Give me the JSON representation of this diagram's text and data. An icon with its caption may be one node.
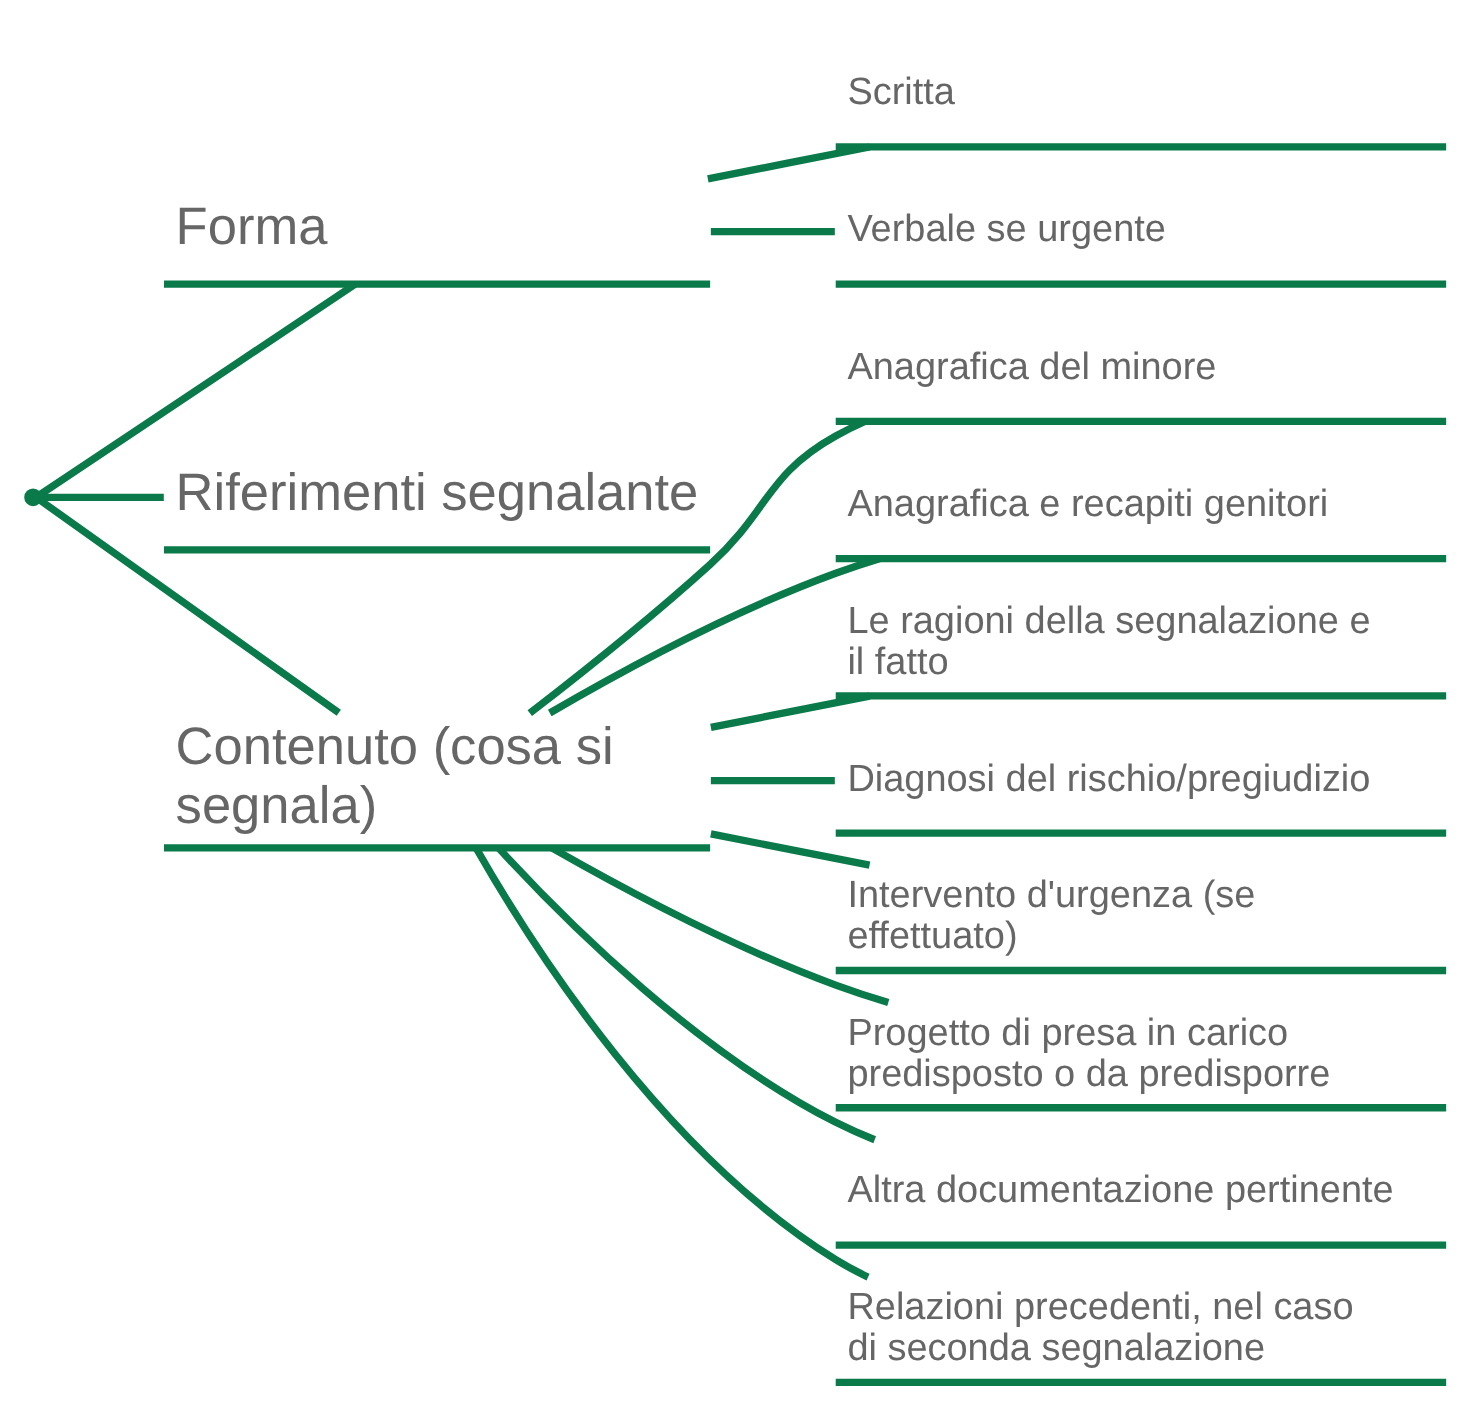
{
  "diagram": {
    "nodes": [
      {
        "text": [],
        "shape": "point"
      },
      {
        "text": [
          "Forma"
        ]
      },
      {
        "text": [
          "Riferimenti segnalante"
        ]
      },
      {
        "text": [
          "Contenuto (cosa si segnala)"
        ]
      },
      {
        "text": [
          "Scritta"
        ]
      },
      {
        "text": [
          "Verbale se urgente"
        ]
      },
      {
        "text": [
          "Anagrafica del minore"
        ]
      },
      {
        "text": [
          "Anagrafica e recapiti genitori"
        ]
      },
      {
        "text": [
          "Le ragioni della segnalazione e il fatto"
        ]
      },
      {
        "text": [
          "Diagnosi del rischio/pregiudizio"
        ]
      },
      {
        "text": [
          "Intervento d'urgenza (se effettuato)"
        ]
      },
      {
        "text": [
          "Progetto di presa in carico predisposto o da predisporre"
        ]
      },
      {
        "text": [
          "Altra documentazione pertinente"
        ]
      },
      {
        "text": [
          "Relazioni precedenti, nel caso di seconda segnalazione"
        ]
      }
    ],
    "edges": [
      {
        "from": 0,
        "to": 1,
        "arrow": "none"
      },
      {
        "from": 0,
        "to": 2,
        "arrow": "none"
      },
      {
        "from": 0,
        "to": 3,
        "arrow": "none"
      },
      {
        "from": 1,
        "to": 4,
        "arrow": "none"
      },
      {
        "from": 1,
        "to": 5,
        "arrow": "none"
      },
      {
        "from": 3,
        "to": 6,
        "arrow": "none"
      },
      {
        "from": 3,
        "to": 7,
        "arrow": "none"
      },
      {
        "from": 3,
        "to": 8,
        "arrow": "none"
      },
      {
        "from": 3,
        "to": 9,
        "arrow": "none"
      },
      {
        "from": 3,
        "to": 10,
        "arrow": "none"
      },
      {
        "from": 3,
        "to": 11,
        "arrow": "none"
      },
      {
        "from": 3,
        "to": 12,
        "arrow": "none"
      },
      {
        "from": 3,
        "to": 13,
        "arrow": "none"
      }
    ]
  }
}
